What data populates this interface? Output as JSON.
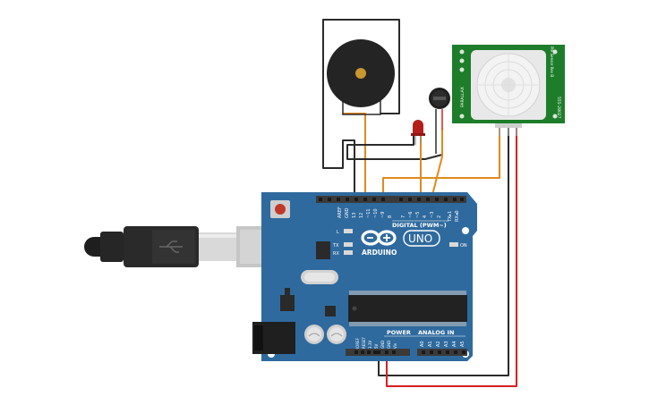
{
  "board": {
    "brand": "ARDUINO",
    "model": "UNO",
    "on_label": "ON",
    "led_l": "L",
    "led_tx": "TX",
    "led_rx": "RX",
    "digital_header": "DIGITAL (PWM~)",
    "power_header": "POWER",
    "analog_header": "ANALOG IN",
    "digital_pins": [
      "AREF",
      "GND",
      "13",
      "12",
      "~11",
      "~10",
      "~9",
      "8",
      "7",
      "~6",
      "~5",
      "4",
      "~3",
      "2",
      "TX▸1",
      "RX◂0"
    ],
    "power_pins": [
      "IOREF",
      "RESET",
      "3.3V",
      "5V",
      "GND",
      "GND",
      "Vin"
    ],
    "analog_pins": [
      "A0",
      "A1",
      "A2",
      "A3",
      "A4",
      "A5"
    ],
    "colors": {
      "pcb": "#2f6a9e",
      "header": "#3a3a3a"
    }
  },
  "pir_sensor": {
    "left_label": "PARALLAX",
    "right_label": "555-28027",
    "top_right_label": "PIR Sensor Rev B",
    "color": "#1e7d2a"
  },
  "wires": {
    "colors": {
      "signal": "#e08a1e",
      "ground": "#2b2b2b",
      "power": "#d62020"
    }
  }
}
